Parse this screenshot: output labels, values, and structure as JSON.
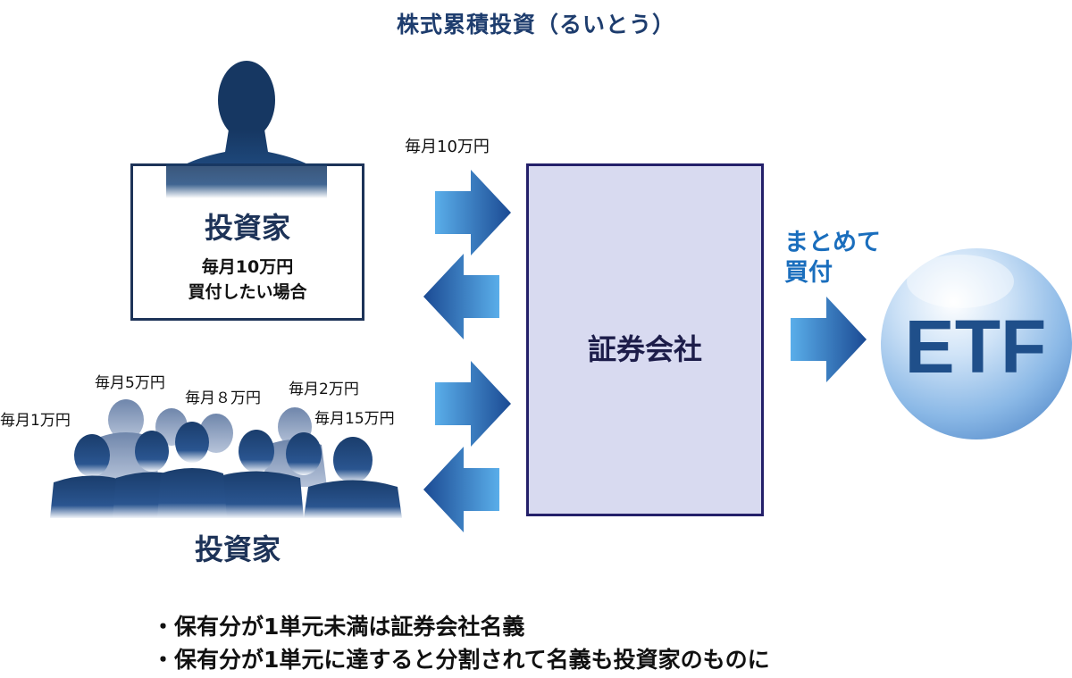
{
  "title": "株式累積投資（るいとう）",
  "investor_box": {
    "title": "投資家",
    "line1": "毎月10万円",
    "line2": "買付したい場合"
  },
  "top_amount": "毎月10万円",
  "company": "証券会社",
  "buy_label": {
    "line1": "まとめて",
    "line2": "買付"
  },
  "etf": "ETF",
  "group_amounts": [
    "毎月1万円",
    "毎月5万円",
    "毎月８万円",
    "毎月2万円",
    "毎月15万円"
  ],
  "group_label": "投資家",
  "notes": [
    "・保有分が1単元未満は証券会社名義",
    "・保有分が1単元に達すると分割されて名義も投資家のものに"
  ],
  "colors": {
    "title": "#1e3d6e",
    "navy": "#1d3358",
    "company_fill": "#d8daf0",
    "company_border": "#24206a",
    "arrow_light": "#56a8e6",
    "arrow_dark": "#1a4d95",
    "accent_blue": "#1a6ebd"
  }
}
